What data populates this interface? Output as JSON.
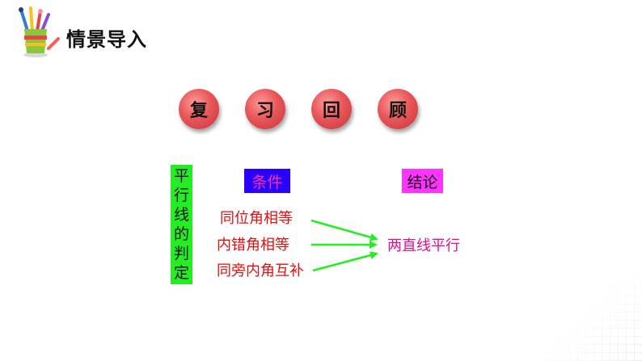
{
  "header": {
    "title": "情景导入",
    "logo_icon": "pencil-cup-icon"
  },
  "review_circles": [
    "复",
    "习",
    "回",
    "顾"
  ],
  "sidebar_label": [
    "平",
    "行",
    "线",
    "的",
    "判",
    "定"
  ],
  "headers": {
    "conditions": "条件",
    "conclusion": "结论"
  },
  "conditions": [
    "同位角相等",
    "内错角相等",
    "同旁内角互补"
  ],
  "conclusion": "两直线平行",
  "colors": {
    "green": "#22ee22",
    "blue": "#2a00ff",
    "magenta": "#ff33ff",
    "red": "#e01010",
    "pink": "#e01090",
    "circle": "#e8575a"
  }
}
